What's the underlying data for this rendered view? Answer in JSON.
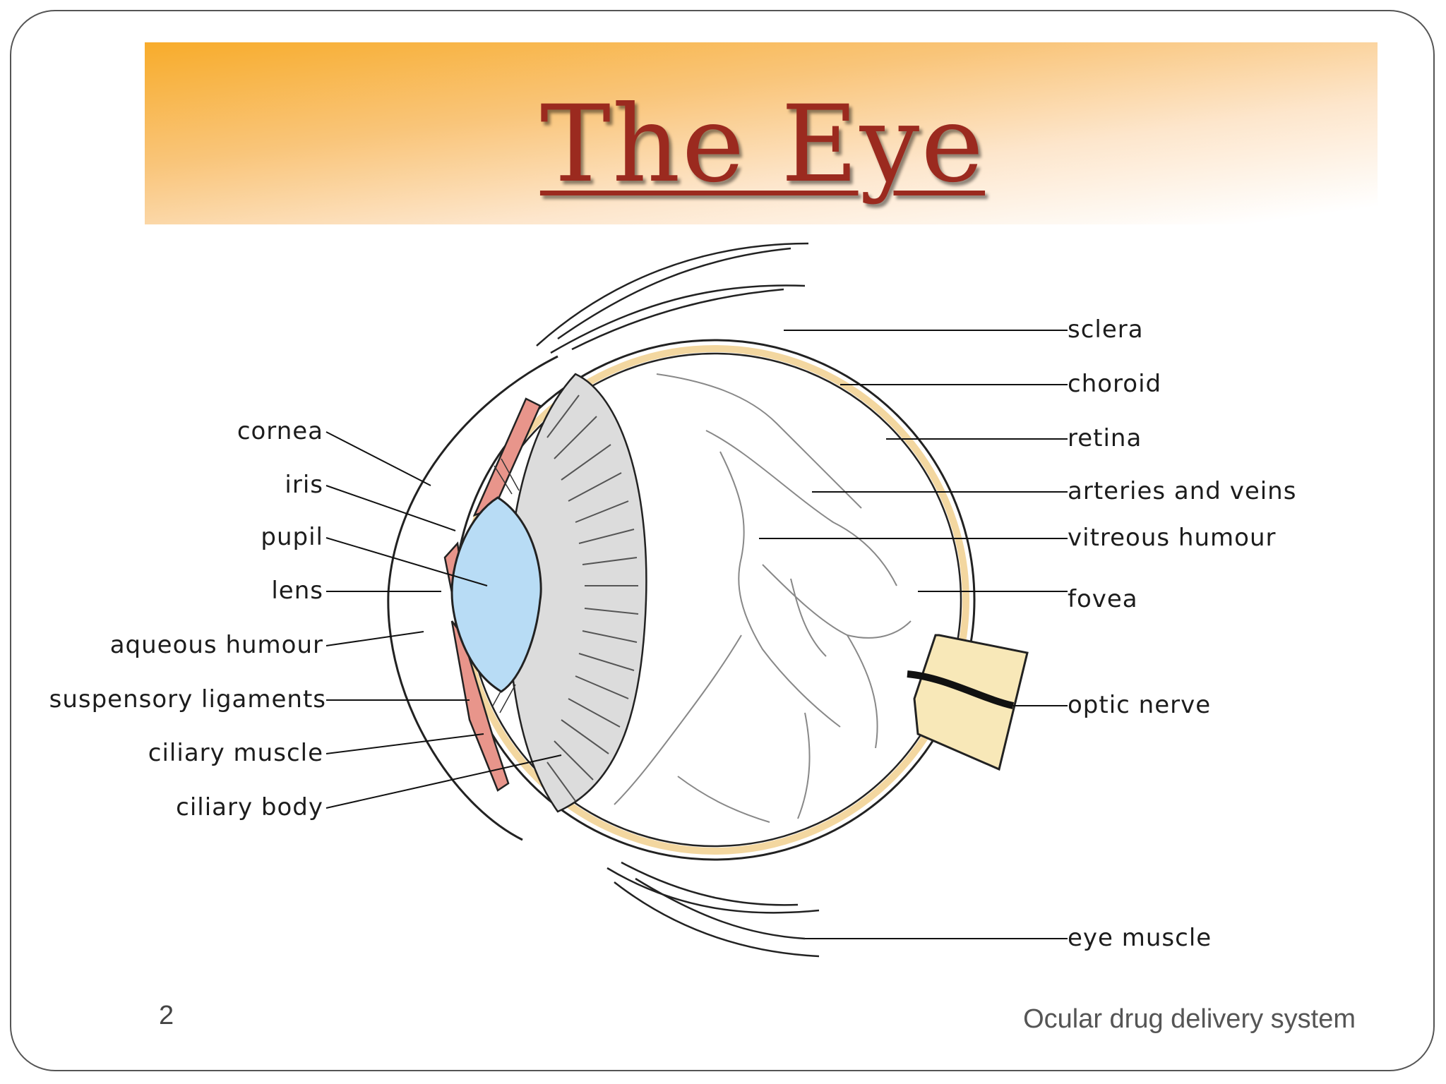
{
  "slide": {
    "title": "The Eye",
    "number": "2",
    "footer": "Ocular drug delivery system"
  },
  "labels": {
    "cornea": "cornea",
    "iris": "iris",
    "pupil": "pupil",
    "lens": "lens",
    "aqueous_humour": "aqueous humour",
    "suspensory_ligaments": "suspensory ligaments",
    "ciliary_muscle": "ciliary muscle",
    "ciliary_body": "ciliary body",
    "sclera": "sclera",
    "choroid": "choroid",
    "retina": "retina",
    "arteries_and_veins": "arteries and veins",
    "vitreous_humour": "vitreous humour",
    "fovea": "fovea",
    "optic_nerve": "optic nerve",
    "eye_muscle": "eye muscle"
  },
  "colors": {
    "title": "#9b2a1f",
    "lens": "#b8dcf5",
    "iris_ciliary": "#e8958b",
    "choroid": "#f3d7a0",
    "ciliary_zone": "#dcdcdc",
    "optic_nerve": "#f8e8b8"
  }
}
